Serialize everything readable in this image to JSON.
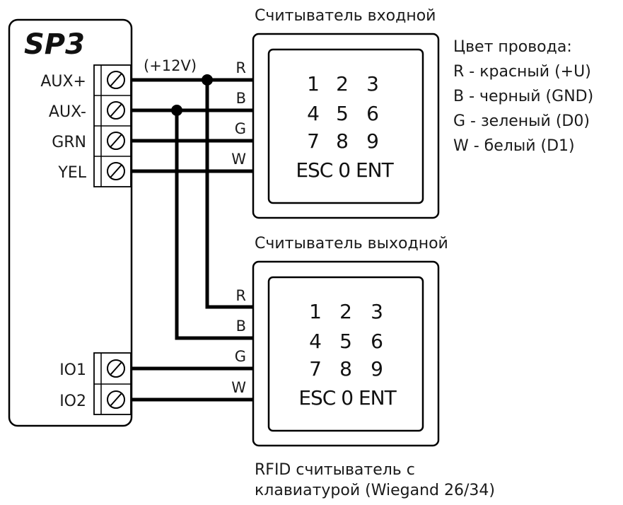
{
  "controller": {
    "title": "SP3",
    "terminals_top": [
      {
        "label": "AUX+"
      },
      {
        "label": "AUX-"
      },
      {
        "label": "GRN"
      },
      {
        "label": "YEL"
      }
    ],
    "terminals_bottom": [
      {
        "label": "IO1"
      },
      {
        "label": "IO2"
      }
    ]
  },
  "voltage_label": "(+12V)",
  "reader_in": {
    "title": "Считыватель входной",
    "wire_labels": [
      "R",
      "B",
      "G",
      "W"
    ],
    "keypad": [
      [
        "1",
        "2",
        "3"
      ],
      [
        "4",
        "5",
        "6"
      ],
      [
        "7",
        "8",
        "9"
      ],
      [
        "ESC 0 ENT"
      ]
    ]
  },
  "reader_out": {
    "title": "Считыватель выходной",
    "wire_labels": [
      "R",
      "B",
      "G",
      "W"
    ],
    "keypad": [
      [
        "1",
        "2",
        "3"
      ],
      [
        "4",
        "5",
        "6"
      ],
      [
        "7",
        "8",
        "9"
      ],
      [
        "ESC 0 ENT"
      ]
    ],
    "caption_line1": "RFID считыватель с",
    "caption_line2": "клавиатурой (Wiegand 26/34)"
  },
  "legend": {
    "title": "Цвет провода:",
    "items": [
      "R - красный (+U)",
      "B - черный (GND)",
      "G - зеленый (D0)",
      "W - белый (D1)"
    ]
  },
  "colors": {
    "line": "#000000",
    "background": "#ffffff"
  }
}
